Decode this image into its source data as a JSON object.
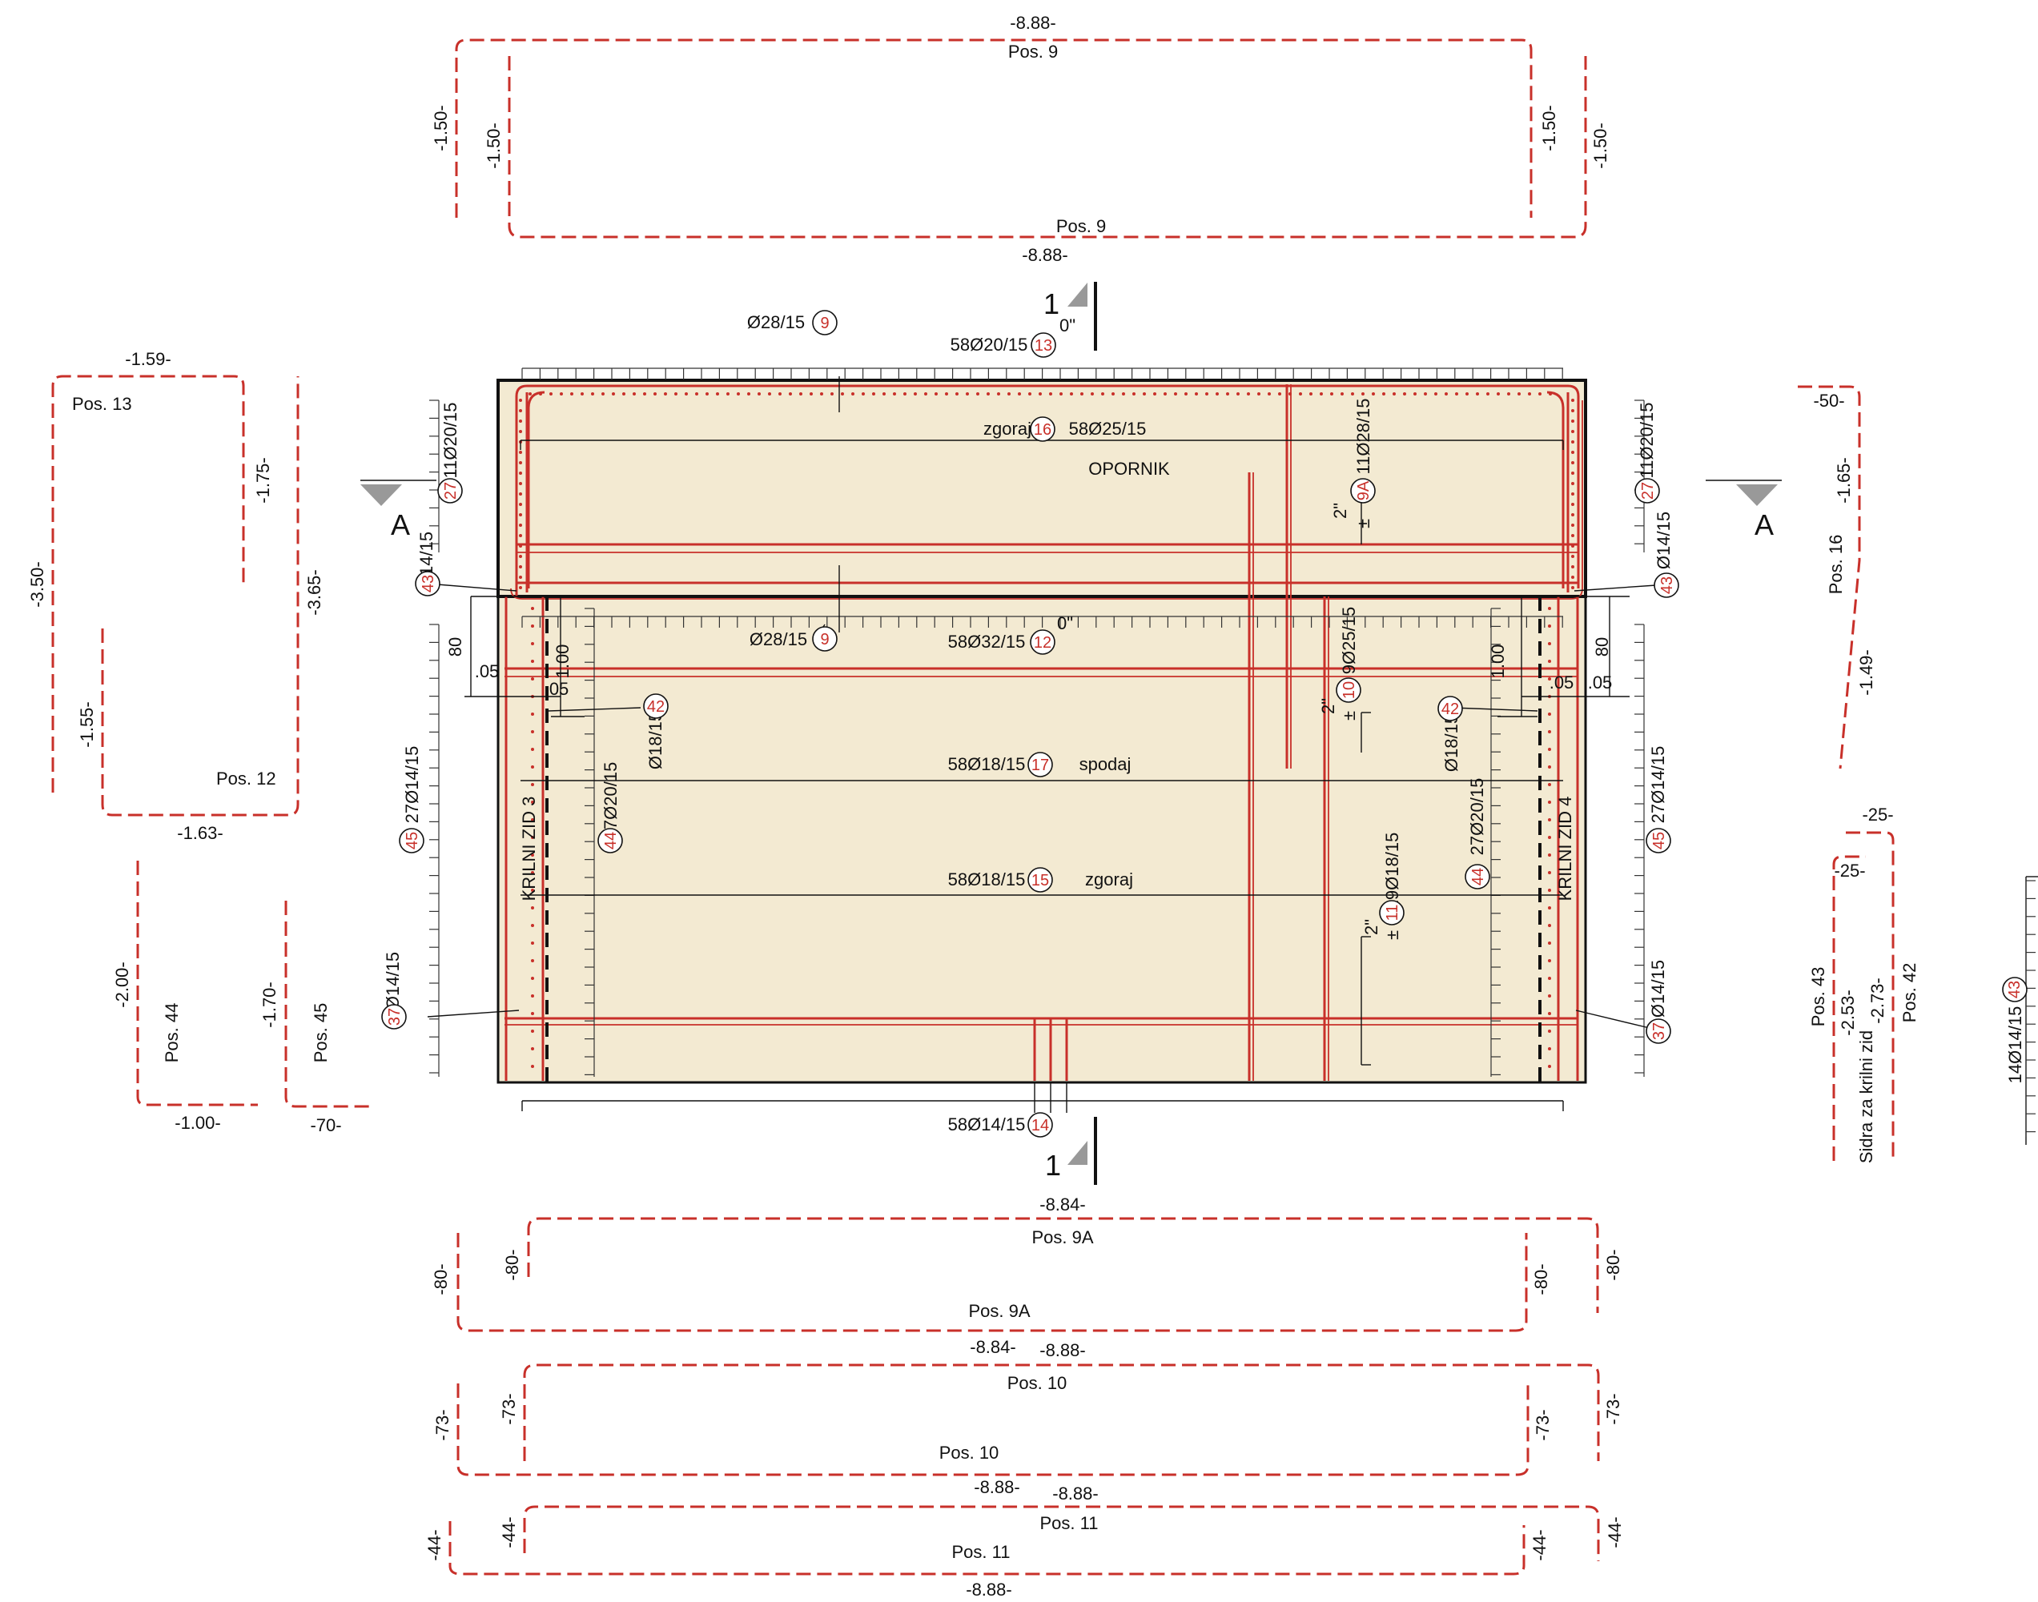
{
  "bending_schedule": {
    "pos9": {
      "top_len": "-8.88-",
      "top_name": "Pos. 9",
      "bottom_name": "Pos. 9",
      "bottom_len": "-8.88-",
      "legs": [
        "-1.50-",
        "-1.50-",
        "-1.50-",
        "-1.50-"
      ]
    },
    "pos9a": {
      "top_len": "-8.84-",
      "top_name": "Pos. 9A",
      "bottom_name": "Pos. 9A",
      "bottom_len": "-8.84-",
      "legs": [
        "-80-",
        "-80-",
        "-80-",
        "-80-"
      ]
    },
    "pos10": {
      "top_len": "-8.88-",
      "top_name": "Pos. 10",
      "bottom_name": "Pos. 10",
      "bottom_len": "-8.88-",
      "legs": [
        "-73-",
        "-73-",
        "-73-",
        "-73-"
      ]
    },
    "pos11": {
      "top_len": "-8.88-",
      "top_name": "Pos. 11",
      "bottom_name": "Pos. 11",
      "bottom_len": "-8.88-",
      "legs": [
        "-44-",
        "-44-",
        "-44-",
        "-44-"
      ]
    },
    "pos13": {
      "name": "Pos. 13",
      "len_top": "-1.59-",
      "leg_a": "-1.75-",
      "leg_b": "-3.50-"
    },
    "pos12": {
      "name": "Pos. 12",
      "len_bottom": "-1.63-",
      "leg_a": "-3.65-",
      "leg_b": "-1.55-"
    },
    "pos44": {
      "name": "Pos. 44",
      "leg": "-2.00-",
      "len": "-1.00-"
    },
    "pos45": {
      "name": "Pos. 45",
      "leg": "-1.70-",
      "len": "-70-"
    },
    "pos16": {
      "name": "Pos. 16",
      "a": "-50-",
      "b": "-1.65-",
      "c": "-1.49-"
    },
    "pos43": {
      "name": "Pos. 43",
      "a": "-25-",
      "b": "-2.53-"
    },
    "pos42": {
      "name": "Pos. 42",
      "a": "-25-",
      "b": "-2.73-"
    },
    "anchors_label": "Sidra za krilni zid",
    "pos43_count": "14Ø14/15"
  },
  "plan": {
    "opornik": "OPORNIK",
    "krilni_zid_3": "KRILNI ZID 3",
    "krilni_zid_4": "KRILNI ZID 4",
    "section_1": "1",
    "section_a": "A",
    "zgoraj": "zgoraj",
    "spodaj": "spodaj",
    "dims": {
      "d080": "80",
      "d005": ".05",
      "d100": "1.00",
      "d2": "2\"",
      "d0": "0\""
    },
    "labels": {
      "l9_top": "Ø28/15",
      "l13": "58Ø20/15",
      "l16": "58Ø25/15",
      "l27": "11Ø20/15",
      "l9a": "11Ø28/15",
      "l43": "Ø14/15",
      "l9_mid": "Ø28/15",
      "l12": "58Ø32/15",
      "l10": "9Ø25/15",
      "l42": "Ø18/15",
      "l17": "58Ø18/15",
      "l45": "27Ø14/15",
      "l44": "27Ø20/15",
      "l15": "58Ø18/15",
      "l11": "19Ø18/15",
      "l37": "Ø14/15",
      "l14": "58Ø14/15"
    },
    "pos_marks": {
      "p9": "9",
      "p13": "13",
      "p16": "16",
      "p27": "27",
      "p9a": "9A",
      "p43": "43",
      "p12": "12",
      "p10": "10",
      "p42": "42",
      "p17": "17",
      "p45": "45",
      "p44": "44",
      "p15": "15",
      "p11": "11",
      "p37": "37",
      "p14": "14"
    }
  },
  "colors": {
    "rebar": "#c8302a",
    "concrete": "#f3ead2",
    "ink": "#111111"
  }
}
